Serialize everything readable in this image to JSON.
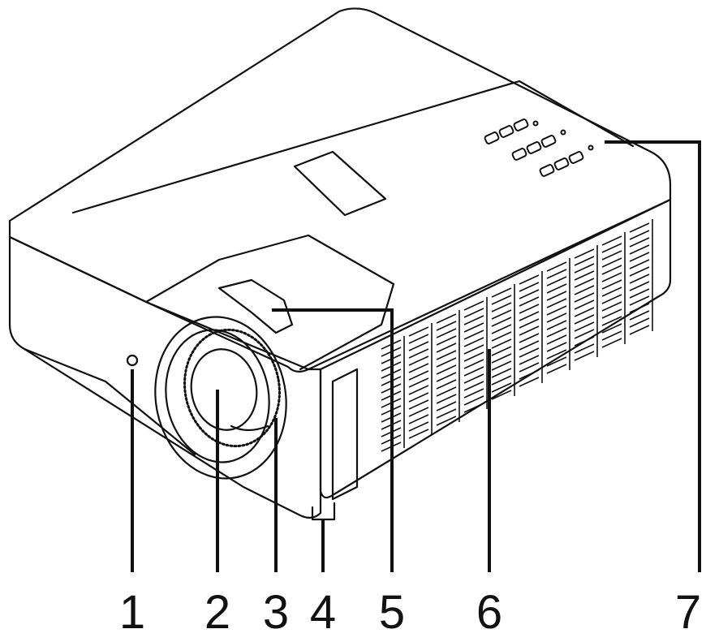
{
  "diagram": {
    "subject": "projector-front-view",
    "colors": {
      "line": "#111111",
      "fill": "#ffffff"
    },
    "callouts": [
      {
        "label": "1"
      },
      {
        "label": "2"
      },
      {
        "label": "3"
      },
      {
        "label": "4"
      },
      {
        "label": "5"
      },
      {
        "label": "6"
      },
      {
        "label": "7"
      }
    ]
  }
}
